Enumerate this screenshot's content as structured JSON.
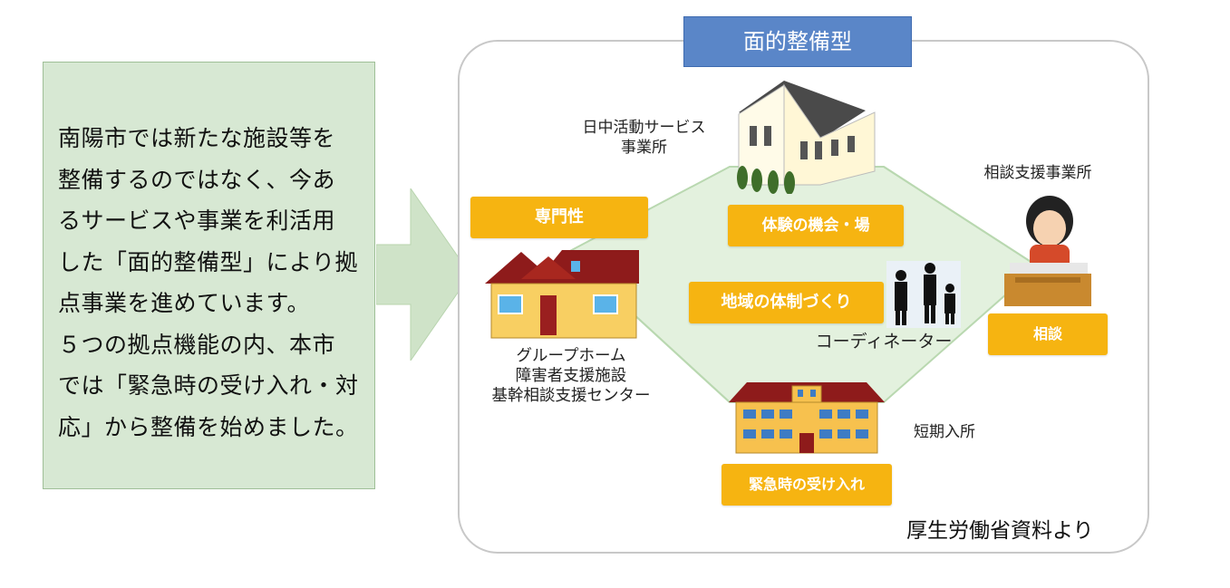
{
  "note": {
    "text": "南陽市では新たな施設等を\n整備するのではなく、今あ\nるサービスや事業を利活用\nした「面的整備型」により拠\n点事業を進めています。\n５つの拠点機能の内、本市\nでは「緊急時の受け入れ・対\n応」から整備を始めました。"
  },
  "diagram": {
    "title": "面的整備型",
    "day_service_label": "日中活動サービス\n事業所",
    "consult_office_label": "相談支援事業所",
    "group_home_label": "グループホーム\n障害者支援施設\n基幹相談支援センター",
    "coordinator_label": "コーディネーター",
    "short_stay_label": "短期入所",
    "box_expertise": "専門性",
    "box_experience": "体験の機会・場",
    "box_community": "地域の体制づくり",
    "box_consult": "相談",
    "box_emergency": "緊急時の受け入れ",
    "source": "厚生労働省資料より"
  },
  "colors": {
    "note_bg": "#d7e8d3",
    "arrow": "#cfe3c8",
    "title_bg": "#5a86c8",
    "orange": "#f6b411",
    "hexagon": "#d6ebd0"
  }
}
